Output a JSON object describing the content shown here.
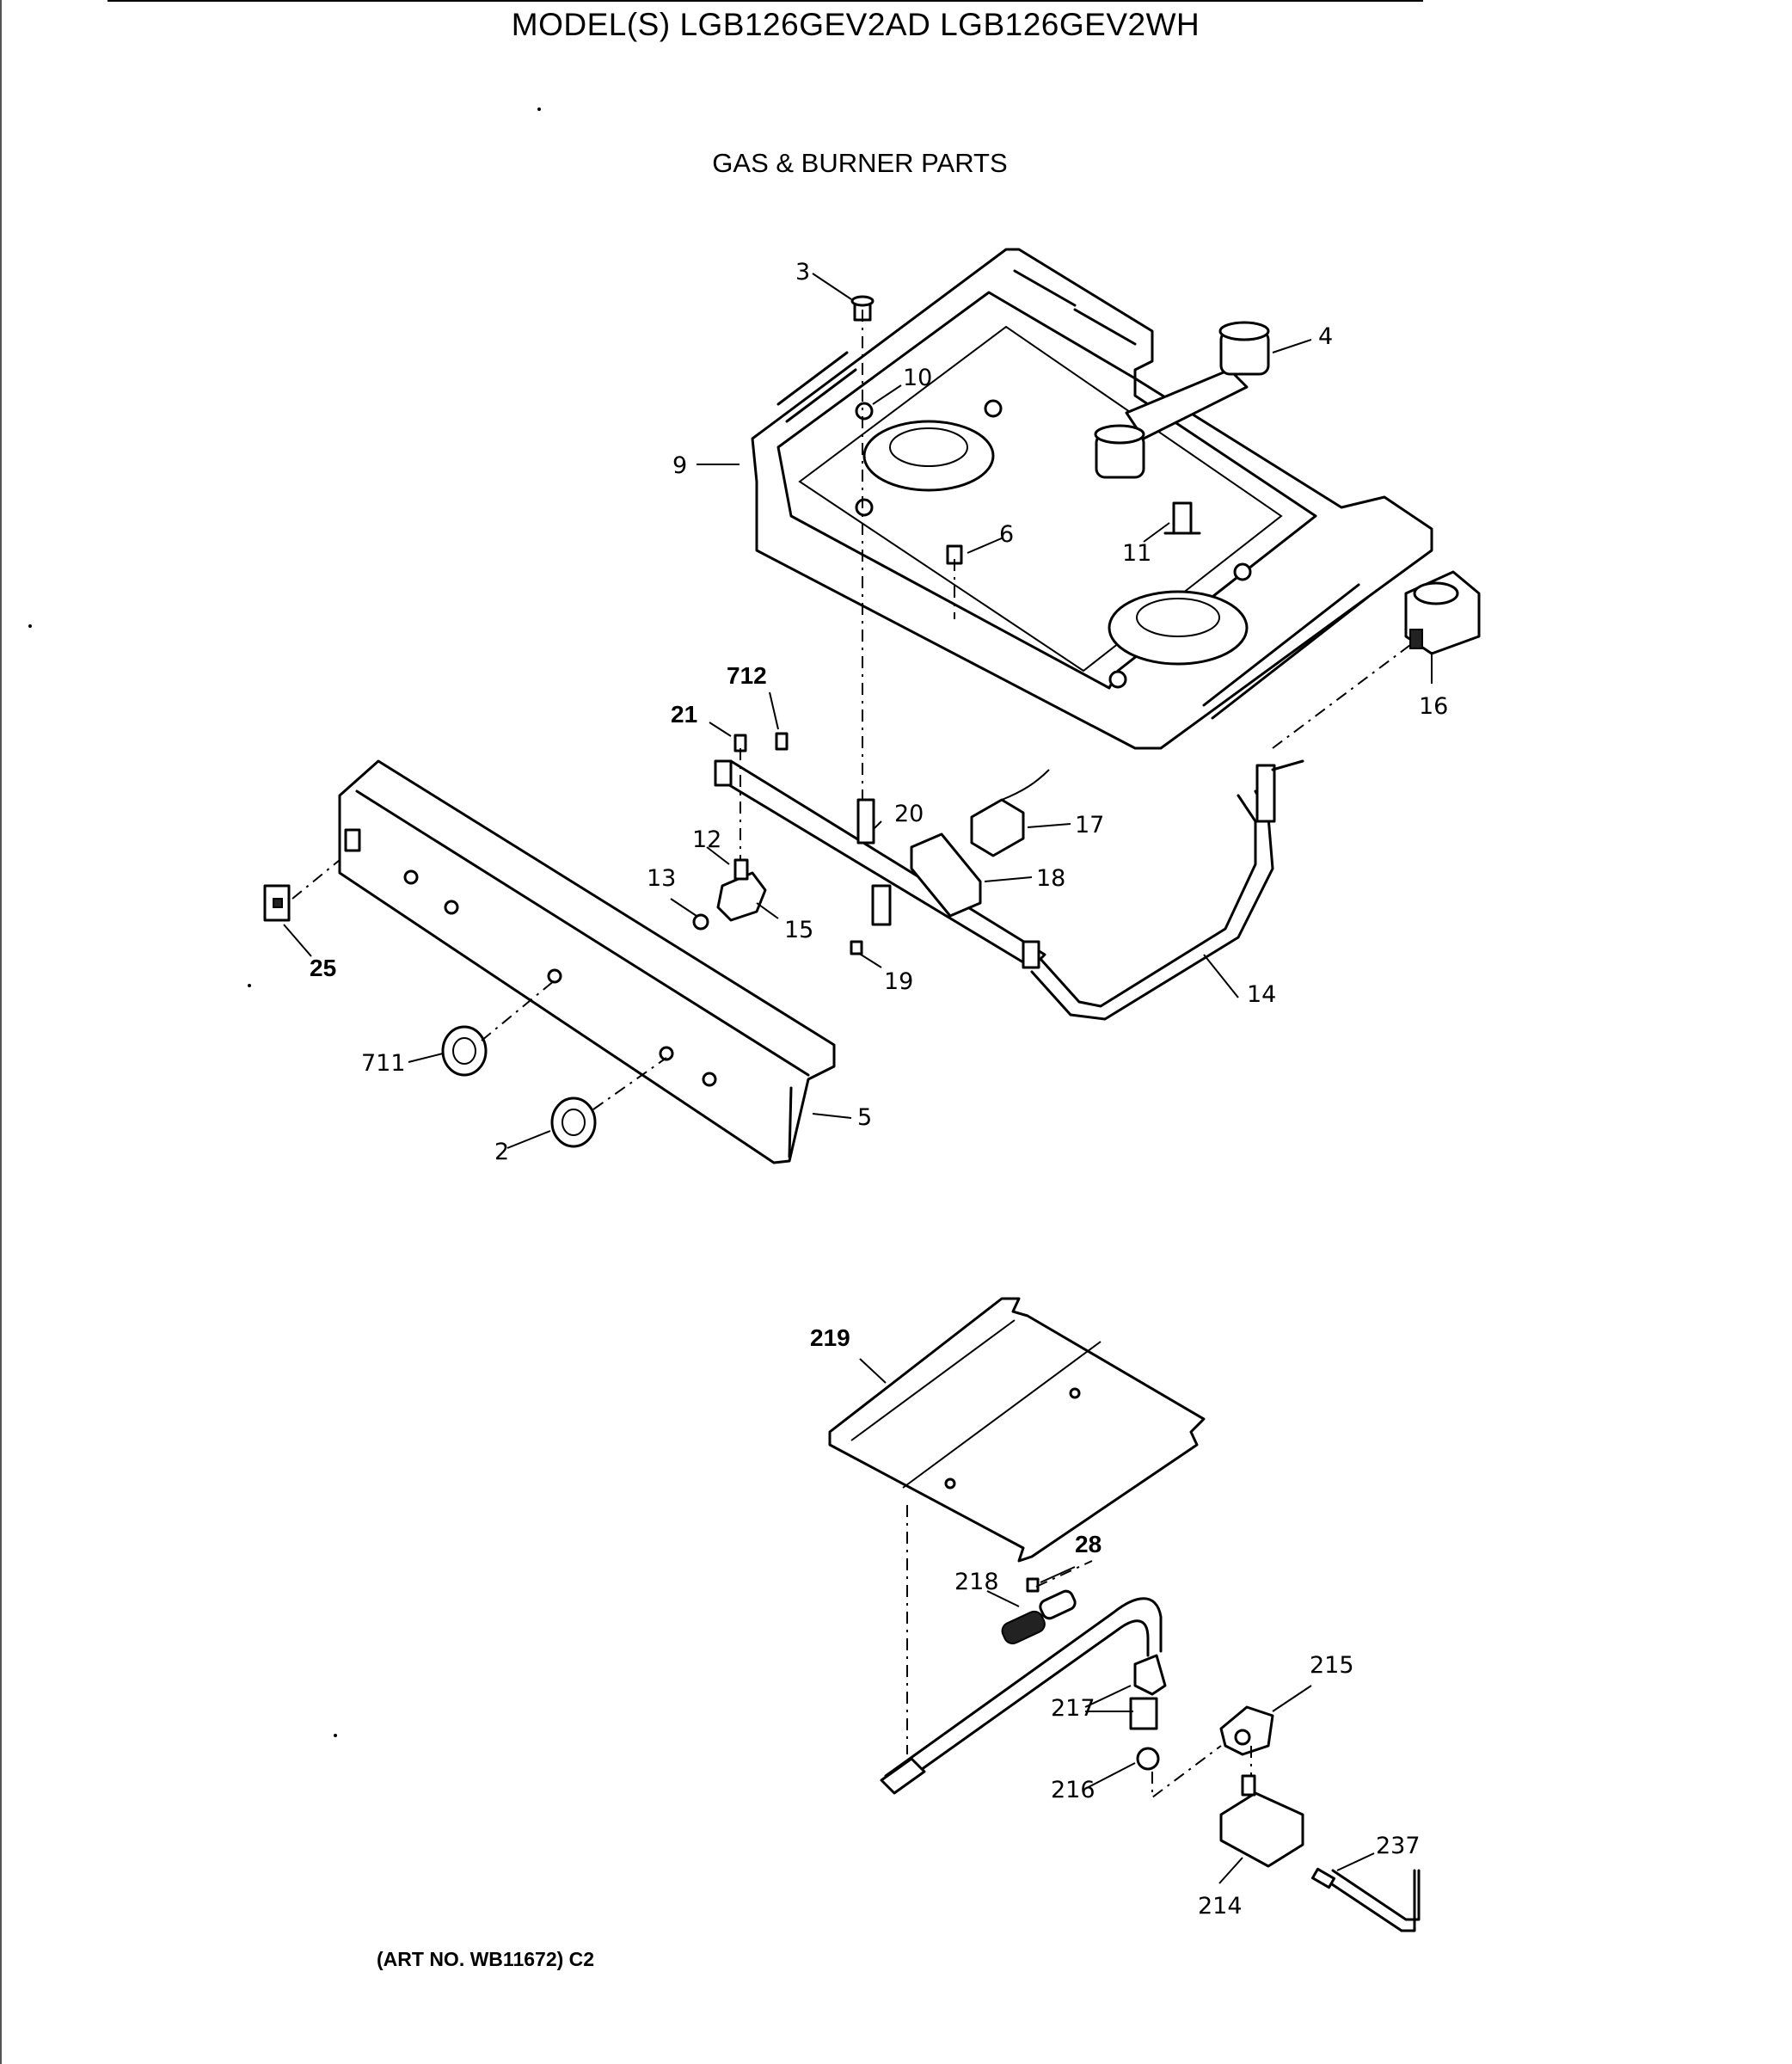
{
  "header": {
    "title": "MODEL(S) LGB126GEV2AD  LGB126GEV2WH",
    "subtitle": "GAS & BURNER PARTS"
  },
  "footer": {
    "art_no": "(ART NO. WB11672) C2"
  },
  "callouts": {
    "c3": "3",
    "c4": "4",
    "c10": "10",
    "c9": "9",
    "c6": "6",
    "c11": "11",
    "c16": "16",
    "c712": "712",
    "c21": "21",
    "c20": "20",
    "c17": "17",
    "c12": "12",
    "c13": "13",
    "c15": "15",
    "c18": "18",
    "c19": "19",
    "c14": "14",
    "c25": "25",
    "c711": "711",
    "c2": "2",
    "c5": "5",
    "c219": "219",
    "c28": "28",
    "c218": "218",
    "c215": "215",
    "c217": "217",
    "c216": "216",
    "c237": "237",
    "c214": "214"
  }
}
